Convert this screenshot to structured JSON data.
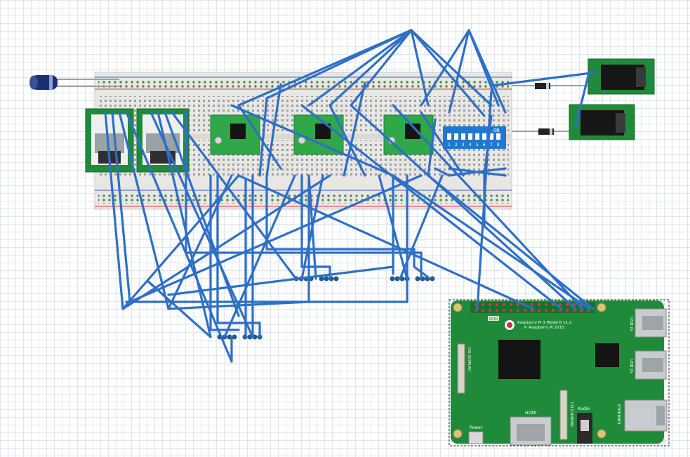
{
  "raspberry_pi": {
    "model_line": "Raspberry Pi 3 Model B v1.2",
    "copyright_line": "© Raspberry Pi 2015",
    "gpio_label": "GPIO",
    "usb_top_label": "USB 2x",
    "usb_bottom_label": "USB 2x",
    "ethernet_label": "ETHERNET",
    "hdmi_label": "HDMI",
    "audio_label": "Audio",
    "power_label": "Power",
    "display_label": "DSI (DISPLAY)",
    "camera_label": "CSI (CAMERA)"
  },
  "dip_switch": {
    "on_label": "ON",
    "positions": [
      "1",
      "2",
      "3",
      "4",
      "5",
      "6",
      "7",
      "8"
    ]
  },
  "colors": {
    "wire": "#2f6fc7",
    "pcb_green": "#1f8b3a",
    "breadboard": "#e8e6e3",
    "rail_red": "#d33",
    "rail_blue": "#36c"
  }
}
